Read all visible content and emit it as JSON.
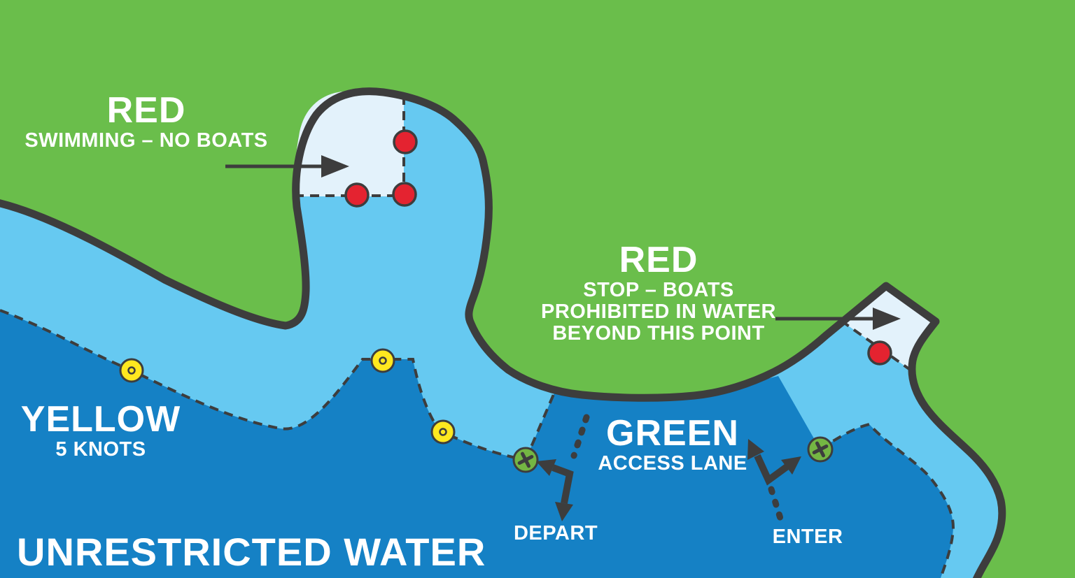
{
  "labels": {
    "swim": {
      "title": "RED",
      "subtitle": "SWIMMING – NO BOATS"
    },
    "stop": {
      "title": "RED",
      "line1": "STOP – BOATS",
      "line2": "PROHIBITED IN WATER",
      "line3": "BEYOND THIS POINT"
    },
    "yellow": {
      "title": "YELLOW",
      "subtitle": "5 KNOTS"
    },
    "green": {
      "title": "GREEN",
      "subtitle": "ACCESS LANE"
    },
    "unrestricted": {
      "title": "UNRESTRICTED WATER"
    },
    "depart": {
      "label": "DEPART"
    },
    "enter": {
      "label": "ENTER"
    }
  },
  "colors": {
    "land": "#6abe4b",
    "water_5knots": "#66c9f1",
    "water_unrestricted": "#1581c5",
    "water_restricted_pale": "#e3f2fb",
    "outline": "#3d3d3d",
    "buoy_red": "#e42330",
    "buoy_yellow": "#ffe81f",
    "buoy_green": "#74b643",
    "text": "#ffffff"
  }
}
